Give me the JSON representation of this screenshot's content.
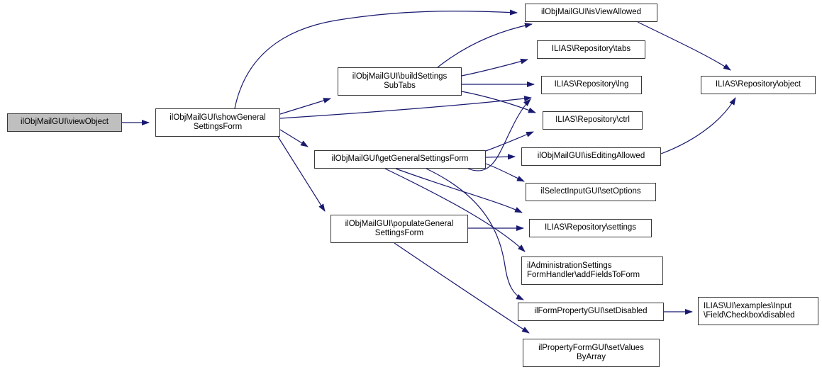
{
  "diagram": {
    "type": "call-graph",
    "colors": {
      "background": "#ffffff",
      "edge": "#191970",
      "node_border": "#383838",
      "node_fill": "#ffffff",
      "highlight_fill": "#bfbfbf",
      "text": "#000000"
    },
    "nodes": {
      "viewObject": {
        "label": "ilObjMailGUI\\viewObject",
        "lines": [
          "ilObjMailGUI\\viewObject"
        ],
        "highlighted": true
      },
      "showGeneral": {
        "label": "ilObjMailGUI\\showGeneralSettingsForm",
        "lines": [
          "ilObjMailGUI\\showGeneral",
          "SettingsForm"
        ]
      },
      "buildSettings": {
        "label": "ilObjMailGUI\\buildSettingsSubTabs",
        "lines": [
          "ilObjMailGUI\\buildSettings",
          "SubTabs"
        ]
      },
      "getGeneral": {
        "label": "ilObjMailGUI\\getGeneralSettingsForm",
        "lines": [
          "ilObjMailGUI\\getGeneralSettingsForm"
        ]
      },
      "populateGeneral": {
        "label": "ilObjMailGUI\\populateGeneralSettingsForm",
        "lines": [
          "ilObjMailGUI\\populateGeneral",
          "SettingsForm"
        ]
      },
      "isViewAllowed": {
        "label": "ilObjMailGUI\\isViewAllowed",
        "lines": [
          "ilObjMailGUI\\isViewAllowed"
        ]
      },
      "tabs": {
        "label": "ILIAS\\Repository\\tabs",
        "lines": [
          "ILIAS\\Repository\\tabs"
        ]
      },
      "lng": {
        "label": "ILIAS\\Repository\\lng",
        "lines": [
          "ILIAS\\Repository\\lng"
        ]
      },
      "ctrl": {
        "label": "ILIAS\\Repository\\ctrl",
        "lines": [
          "ILIAS\\Repository\\ctrl"
        ]
      },
      "isEditingAllowed": {
        "label": "ilObjMailGUI\\isEditingAllowed",
        "lines": [
          "ilObjMailGUI\\isEditingAllowed"
        ]
      },
      "setOptions": {
        "label": "ilSelectInputGUI\\setOptions",
        "lines": [
          "ilSelectInputGUI\\setOptions"
        ]
      },
      "settings": {
        "label": "ILIAS\\Repository\\settings",
        "lines": [
          "ILIAS\\Repository\\settings"
        ]
      },
      "addFieldsToForm": {
        "label": "ilAdministrationSettingsFormHandler\\addFieldsToForm",
        "lines": [
          "ilAdministrationSettings",
          "FormHandler\\addFieldsToForm"
        ]
      },
      "setDisabled": {
        "label": "ilFormPropertyGUI\\setDisabled",
        "lines": [
          "ilFormPropertyGUI\\setDisabled"
        ]
      },
      "setValuesByArray": {
        "label": "ilPropertyFormGUI\\setValuesByArray",
        "lines": [
          "ilPropertyFormGUI\\setValues",
          "ByArray"
        ]
      },
      "object": {
        "label": "ILIAS\\Repository\\object",
        "lines": [
          "ILIAS\\Repository\\object"
        ]
      },
      "checkboxDisabled": {
        "label": "ILIAS\\UI\\examples\\Input\\Field\\Checkbox\\disabled",
        "lines": [
          "ILIAS\\UI\\examples\\Input",
          "\\Field\\Checkbox\\disabled"
        ]
      }
    },
    "edges": [
      {
        "from": "viewObject",
        "to": "showGeneral"
      },
      {
        "from": "showGeneral",
        "to": "isViewAllowed"
      },
      {
        "from": "showGeneral",
        "to": "buildSettings"
      },
      {
        "from": "showGeneral",
        "to": "lng"
      },
      {
        "from": "showGeneral",
        "to": "getGeneral"
      },
      {
        "from": "showGeneral",
        "to": "populateGeneral"
      },
      {
        "from": "buildSettings",
        "to": "isViewAllowed"
      },
      {
        "from": "buildSettings",
        "to": "tabs"
      },
      {
        "from": "buildSettings",
        "to": "lng"
      },
      {
        "from": "buildSettings",
        "to": "ctrl"
      },
      {
        "from": "getGeneral",
        "to": "isEditingAllowed"
      },
      {
        "from": "getGeneral",
        "to": "setOptions"
      },
      {
        "from": "getGeneral",
        "to": "lng"
      },
      {
        "from": "getGeneral",
        "to": "ctrl"
      },
      {
        "from": "getGeneral",
        "to": "settings"
      },
      {
        "from": "getGeneral",
        "to": "addFieldsToForm"
      },
      {
        "from": "getGeneral",
        "to": "setDisabled"
      },
      {
        "from": "populateGeneral",
        "to": "settings"
      },
      {
        "from": "populateGeneral",
        "to": "setValuesByArray"
      },
      {
        "from": "isViewAllowed",
        "to": "object"
      },
      {
        "from": "isEditingAllowed",
        "to": "object"
      },
      {
        "from": "setDisabled",
        "to": "checkboxDisabled"
      }
    ]
  }
}
